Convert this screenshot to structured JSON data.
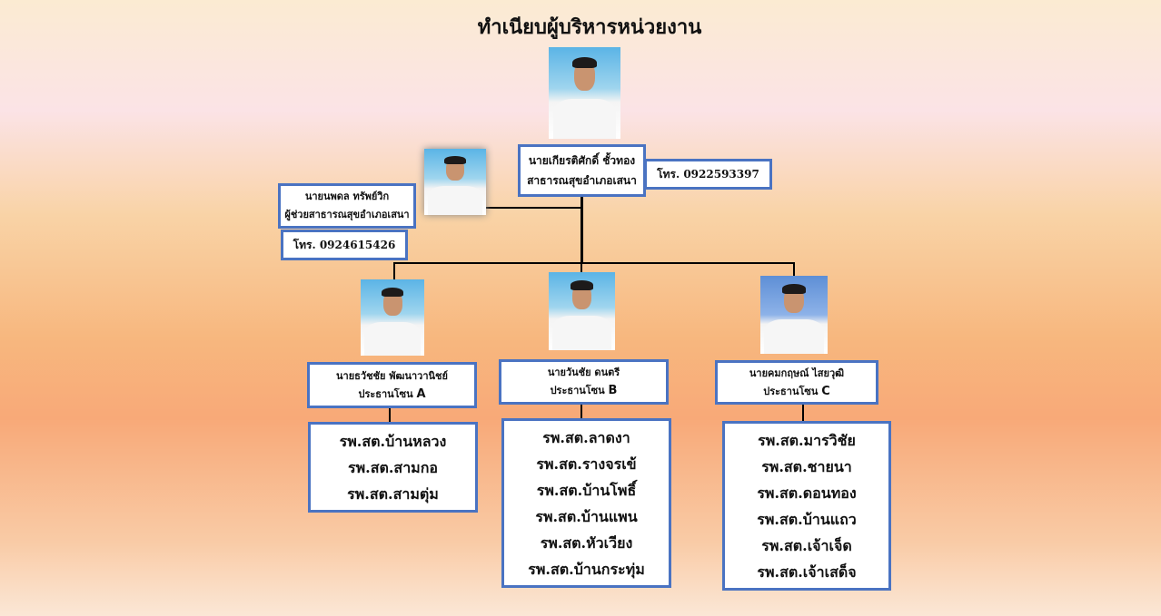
{
  "title": "ทำเนียบผู้บริหารหน่วยงาน",
  "director": {
    "name": "นายเกียรติศักดิ์ ชั้วทอง",
    "position": "สาธารณสุขอำเภอเสนา",
    "phone": "โทร. 0922593397"
  },
  "deputy": {
    "name": "นายนพดล ทรัพย์วิก",
    "position": "ผู้ช่วยสาธารณสุขอำเภอเสนา",
    "phone": "โทร. 0924615426"
  },
  "zones": [
    {
      "name": "นายธวัชชัย   พัฒนาวานิชย์",
      "position": "ประธานโซน",
      "zone": "A",
      "units": [
        "รพ.สต.บ้านหลวง",
        "รพ.สต.สามกอ",
        "รพ.สต.สามตุ่ม"
      ]
    },
    {
      "name": "นายวันชัย   ดนตรี",
      "position": "ประธานโซน",
      "zone": "B",
      "units": [
        "รพ.สต.ลาดงา",
        "รพ.สต.รางจรเข้",
        "รพ.สต.บ้านโพธิ์",
        "รพ.สต.บ้านแพน",
        "รพ.สต.หัวเวียง",
        "รพ.สต.บ้านกระทุ่ม"
      ]
    },
    {
      "name": "นายคมกฤษณ์  ไสยวุฒิ",
      "position": "ประธานโซน",
      "zone": "C",
      "units": [
        "รพ.สต.มารวิชัย",
        "รพ.สต.ชายนา",
        "รพ.สต.ดอนทอง",
        "รพ.สต.บ้านแถว",
        "รพ.สต.เจ้าเจ็ด",
        "รพ.สต.เจ้าเสด็จ"
      ]
    }
  ]
}
